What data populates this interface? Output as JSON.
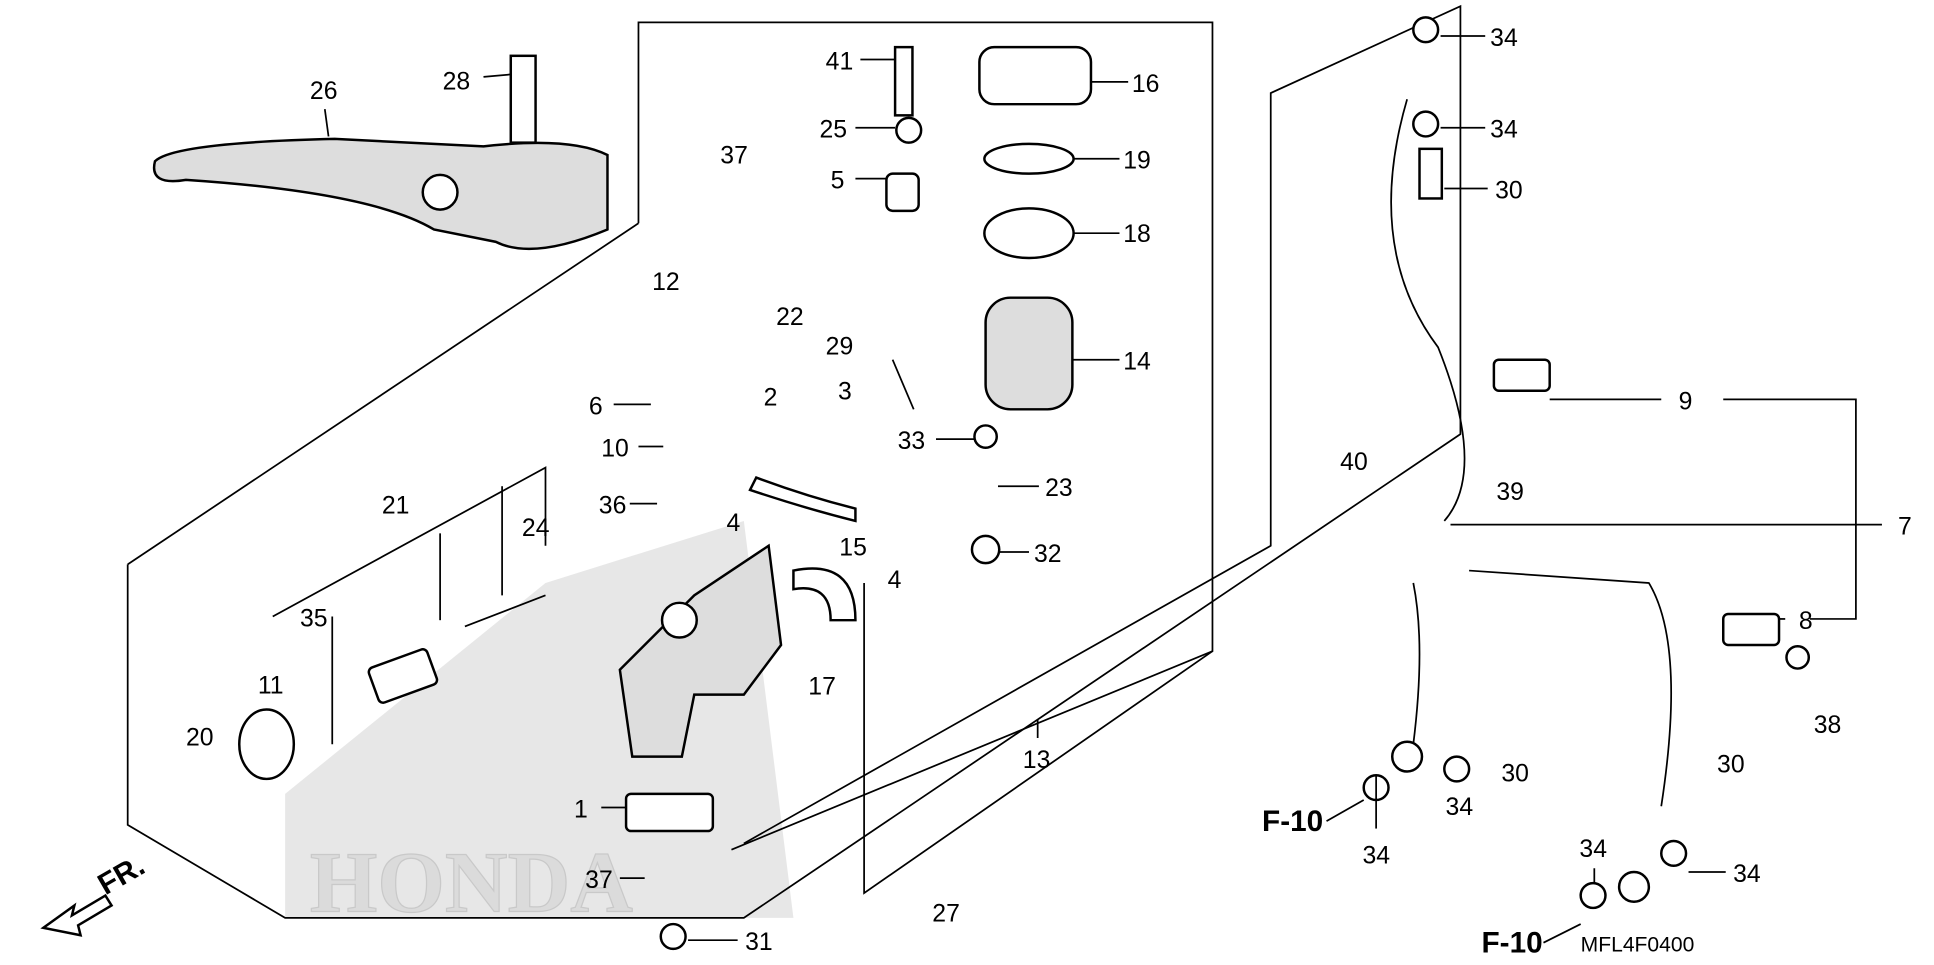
{
  "diagram": {
    "title": "",
    "diagram_code": "MFL4F0400",
    "front_indicator": "FR.",
    "logo_text": "HONDA",
    "refs": [
      "F-10",
      "F-10"
    ],
    "callouts": [
      "26",
      "28",
      "41",
      "16",
      "34",
      "25",
      "19",
      "34",
      "37",
      "5",
      "30",
      "18",
      "12",
      "22",
      "29",
      "14",
      "6",
      "2",
      "3",
      "9",
      "10",
      "33",
      "40",
      "39",
      "21",
      "24",
      "36",
      "23",
      "4",
      "15",
      "32",
      "4",
      "7",
      "35",
      "8",
      "11",
      "17",
      "38",
      "20",
      "13",
      "30",
      "30",
      "1",
      "34",
      "34",
      "34",
      "34",
      "37",
      "27",
      "31"
    ]
  }
}
